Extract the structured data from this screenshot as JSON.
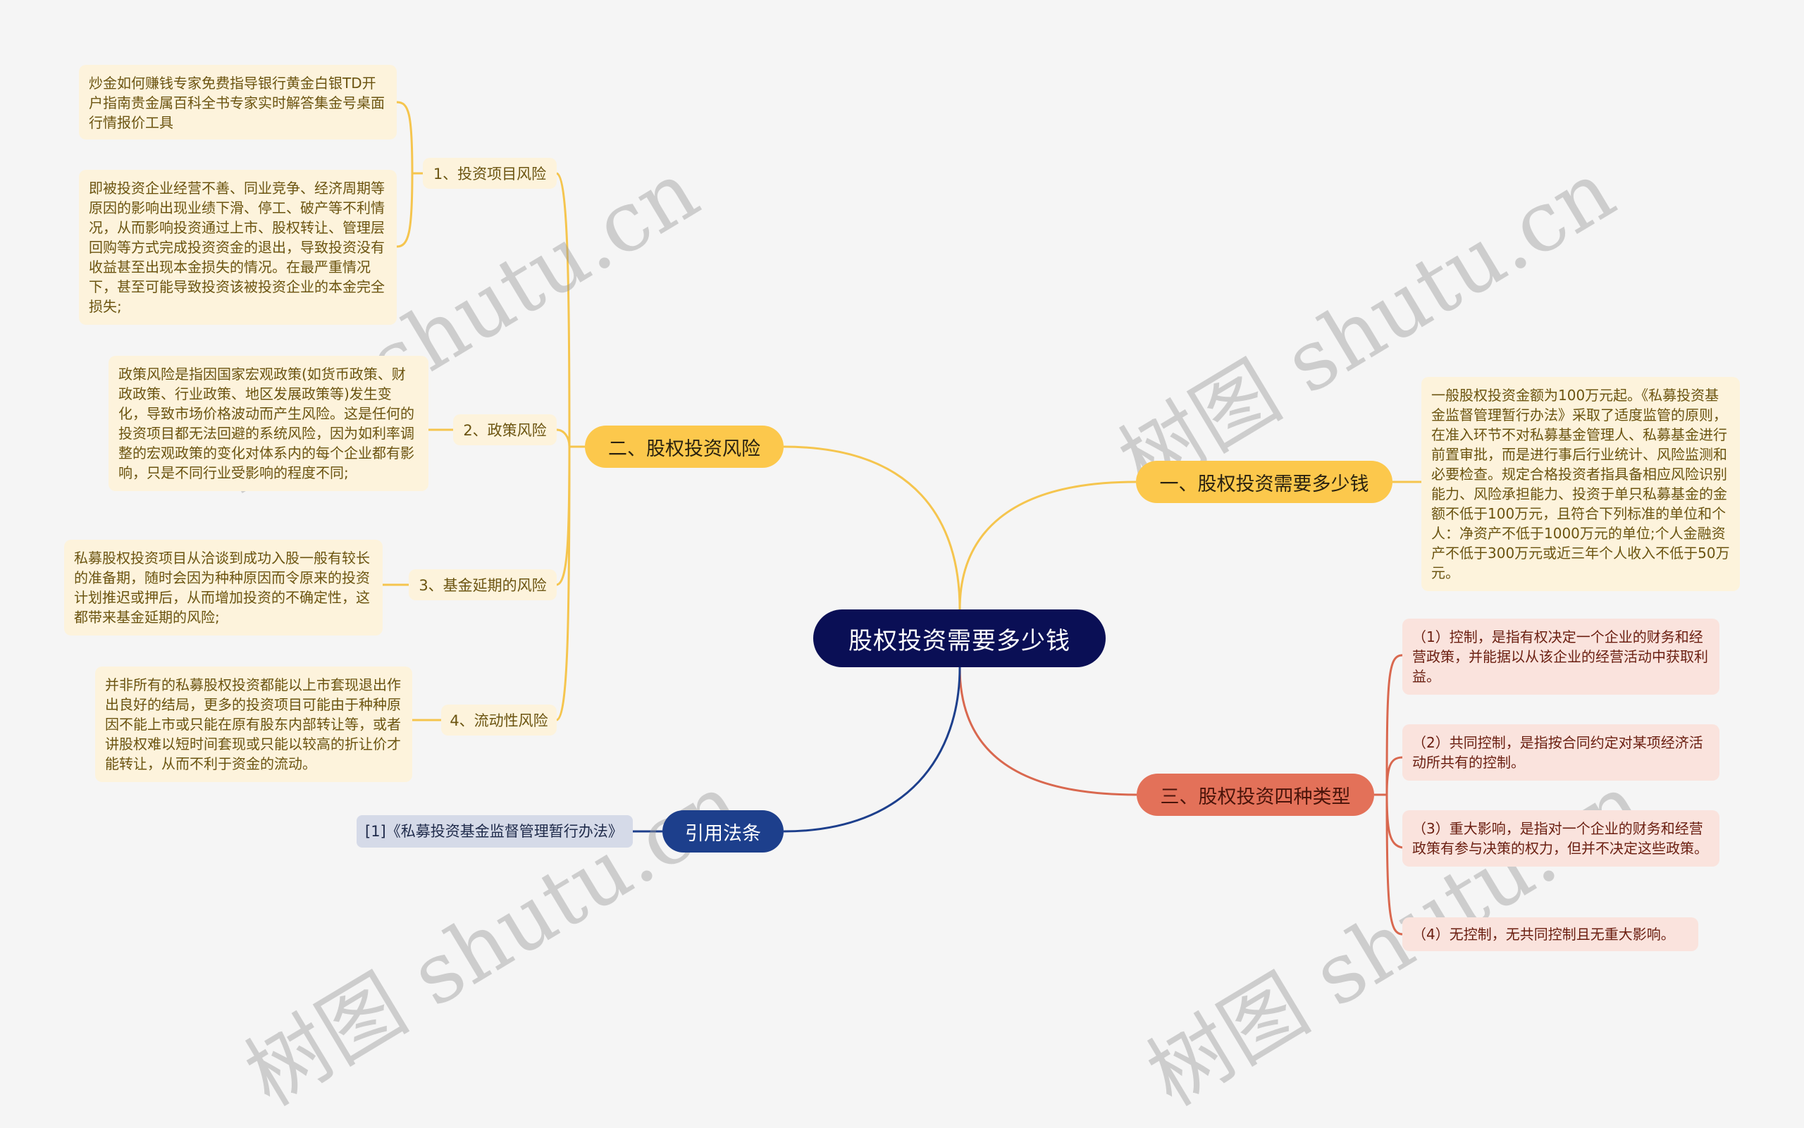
{
  "root": {
    "title": "股权投资需要多少钱"
  },
  "branches": {
    "amount": {
      "label": "一、股权投资需要多少钱",
      "color": "#fcc84c",
      "detail": "一般股权投资金额为100万元起。《私募投资基金监督管理暂行办法》采取了适度监管的原则，在准入环节不对私募基金管理人、私募基金进行前置审批，而是进行事后行业统计、风险监测和必要检查。规定合格投资者指具备相应风险识别能力、风险承担能力、投资于单只私募基金的金额不低于100万元，且符合下列标准的单位和个人：净资产不低于1000万元的单位;个人金融资产不低于300万元或近三年个人收入不低于50万元。"
    },
    "risks": {
      "label": "二、股权投资风险",
      "color": "#fcc84c",
      "items": [
        {
          "label": "1、投资项目风险",
          "details": [
            "炒金如何赚钱专家免费指导银行黄金白银TD开户指南贵金属百科全书专家实时解答集金号桌面行情报价工具",
            "即被投资企业经营不善、同业竞争、经济周期等原因的影响出现业绩下滑、停工、破产等不利情况，从而影响投资通过上市、股权转让、管理层回购等方式完成投资资金的退出，导致投资没有收益甚至出现本金损失的情况。在最严重情况下，甚至可能导致投资该被投资企业的本金完全损失;"
          ]
        },
        {
          "label": "2、政策风险",
          "details": [
            "政策风险是指因国家宏观政策(如货币政策、财政政策、行业政策、地区发展政策等)发生变化，导致市场价格波动而产生风险。这是任何的投资项目都无法回避的系统风险，因为如利率调整的宏观政策的变化对体系内的每个企业都有影响，只是不同行业受影响的程度不同;"
          ]
        },
        {
          "label": "3、基金延期的风险",
          "details": [
            "私募股权投资项目从洽谈到成功入股一般有较长的准备期，随时会因为种种原因而令原来的投资计划推迟或押后，从而增加投资的不确定性，这都带来基金延期的风险;"
          ]
        },
        {
          "label": "4、流动性风险",
          "details": [
            "并非所有的私募股权投资都能以上市套现退出作出良好的结局，更多的投资项目可能由于种种原因不能上市或只能在原有股东内部转让等，或者讲股权难以短时间套现或只能以较高的折让价才能转让，从而不利于资金的流动。"
          ]
        }
      ]
    },
    "types": {
      "label": "三、股权投资四种类型",
      "color": "#e37159",
      "items": [
        "（1）控制，是指有权决定一个企业的财务和经营政策，并能据以从该企业的经营活动中获取利益。",
        "（2）共同控制，是指按合同约定对某项经济活动所共有的控制。",
        "（3）重大影响，是指对一个企业的财务和经营政策有参与决策的权力，但并不决定这些政策。",
        "（4）无控制，无共同控制且无重大影响。"
      ]
    },
    "citations": {
      "label": "引用法条",
      "color": "#1d3f8c",
      "items": [
        "[1]《私募投资基金监督管理暂行办法》"
      ]
    }
  },
  "watermark": {
    "text": "树图 shutu.cn"
  },
  "colors": {
    "background": "#f5f5f5",
    "root": "#0a0f55",
    "yellow_branch": "#fcc84c",
    "yellow_leaf": "#fdf3dc",
    "red_branch": "#e37159",
    "red_leaf": "#fae3dd",
    "blue_branch": "#1d3f8c",
    "blue_leaf": "#d5dae8"
  }
}
